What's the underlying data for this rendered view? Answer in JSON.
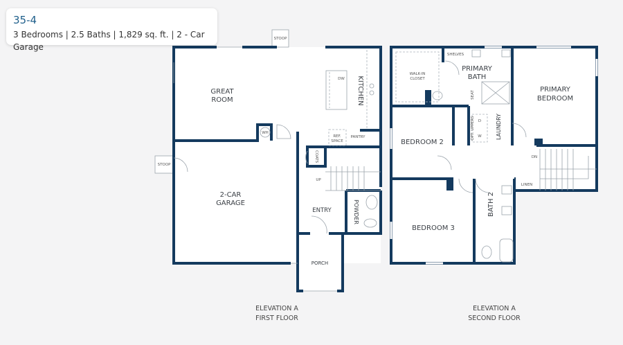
{
  "plan": {
    "name": "35-4",
    "summary": "3 Bedrooms | 2.5 Baths | 1,829 sq. ft. | 2 - Car Garage"
  },
  "colors": {
    "wall": "#143a5e",
    "title": "#1f5f8b",
    "background": "#f4f4f5"
  },
  "first_floor": {
    "caption_1": "ELEVATION A",
    "caption_2": "FIRST FLOOR",
    "rooms": {
      "great_room_1": "GREAT",
      "great_room_2": "ROOM",
      "kitchen": "KITCHEN",
      "garage_1": "2-CAR",
      "garage_2": "GARAGE",
      "entry": "ENTRY",
      "powder": "POWDER",
      "porch": "PORCH",
      "pantry": "PANTRY",
      "ref_1": "REF.",
      "ref_2": "SPACE",
      "coats": "COATS",
      "dw": "DW",
      "wh": "WH",
      "stoop_top": "STOOP",
      "stoop_left": "STOOP",
      "up": "UP"
    }
  },
  "second_floor": {
    "caption_1": "ELEVATION A",
    "caption_2": "SECOND FLOOR",
    "rooms": {
      "primary_bath_1": "PRIMARY",
      "primary_bath_2": "BATH",
      "primary_bed_1": "PRIMARY",
      "primary_bed_2": "BEDROOM",
      "closet_1": "WALK-IN",
      "closet_2": "CLOSET",
      "shelves": "SHELVES",
      "seat": "SEAT",
      "bedroom2": "BEDROOM 2",
      "bedroom3": "BEDROOM 3",
      "bath2": "BATH 2",
      "laundry": "LAUNDRY",
      "opt_uppers": "OPT. UPPERS",
      "d": "D",
      "w": "W",
      "linen": "LINEN",
      "dn": "DN"
    }
  }
}
